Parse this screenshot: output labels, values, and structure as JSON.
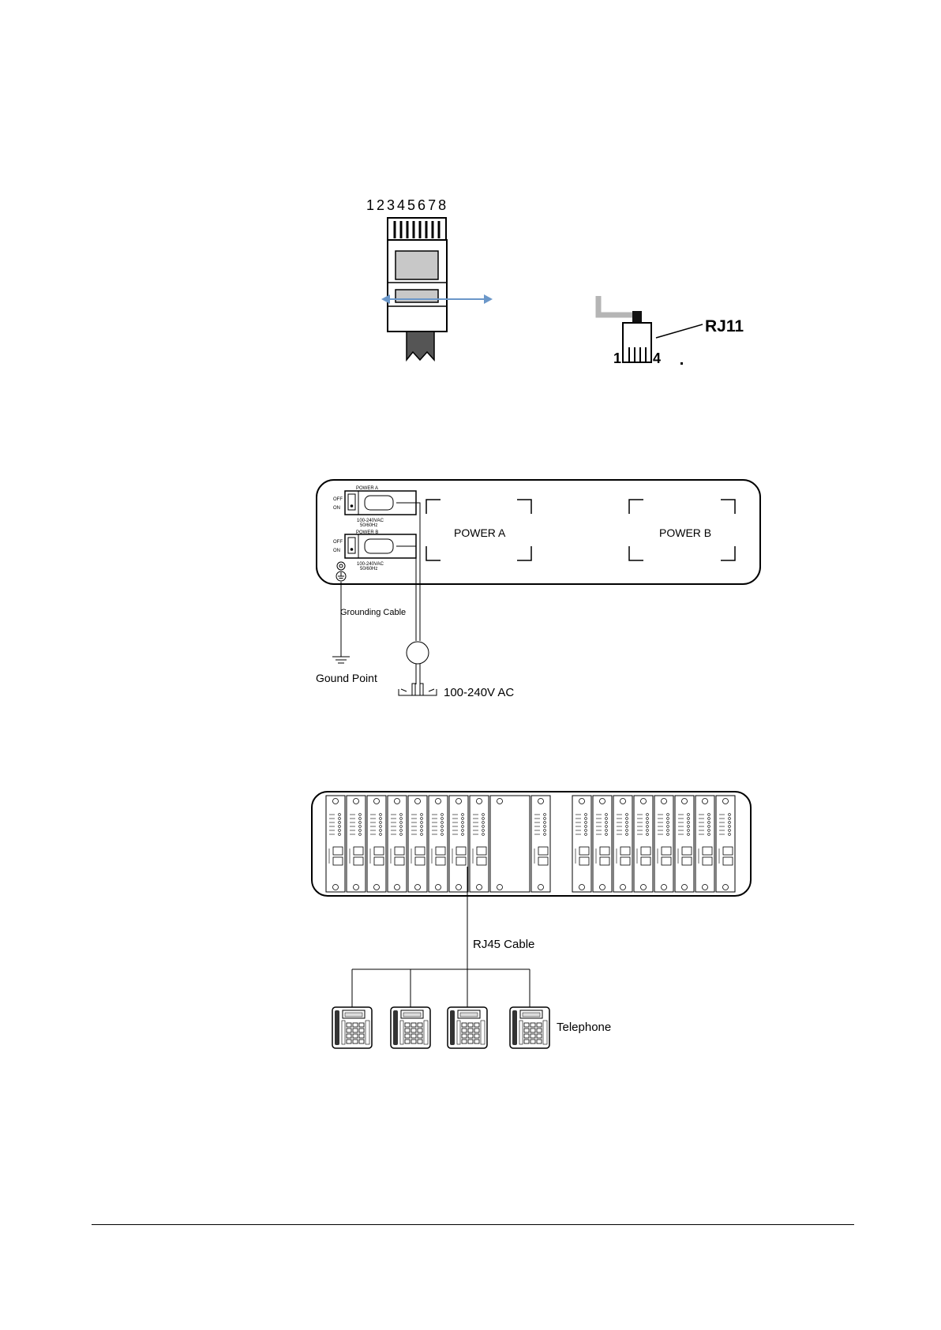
{
  "rj45_connector": {
    "pin_numbers": "12345678"
  },
  "rj11_connector": {
    "label": "RJ11",
    "pin_first": "1",
    "pin_last": "4"
  },
  "power_diagram": {
    "switch_a": {
      "name": "POWER A",
      "off": "OFF",
      "on": "ON",
      "rating_line1": "100-240VAC",
      "rating_line2": "50/60Hz"
    },
    "switch_b": {
      "name": "POWER B",
      "off": "OFF",
      "on": "ON",
      "rating_line1": "100-240VAC",
      "rating_line2": "50/60Hz"
    },
    "module_a_label": "POWER A",
    "module_b_label": "POWER B",
    "grounding_cable_label": "Grounding Cable",
    "ground_point_label": "Gound Point",
    "ac_input_label": "100-240V AC"
  },
  "telephone_diagram": {
    "cable_label": "RJ45 Cable",
    "telephone_label": "Telephone"
  }
}
